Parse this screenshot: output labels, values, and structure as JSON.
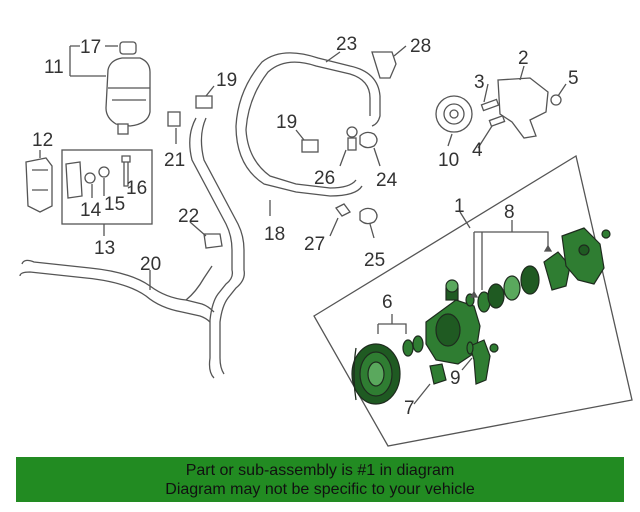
{
  "callouts": {
    "c1": "1",
    "c2": "2",
    "c3": "3",
    "c4": "4",
    "c5": "5",
    "c6": "6",
    "c7": "7",
    "c8": "8",
    "c9": "9",
    "c10": "10",
    "c11": "11",
    "c12": "12",
    "c13": "13",
    "c14": "14",
    "c15": "15",
    "c16": "16",
    "c17": "17",
    "c18": "18",
    "c19a": "19",
    "c19b": "19",
    "c20": "20",
    "c21": "21",
    "c22": "22",
    "c23": "23",
    "c24": "24",
    "c25": "25",
    "c26": "26",
    "c27": "27",
    "c28": "28"
  },
  "banner": {
    "line1": "Part or sub-assembly is #1 in diagram",
    "line2": "Diagram may not be specific to your vehicle"
  },
  "colors": {
    "highlight": "#2f7d32",
    "banner_bg": "#228b22"
  }
}
